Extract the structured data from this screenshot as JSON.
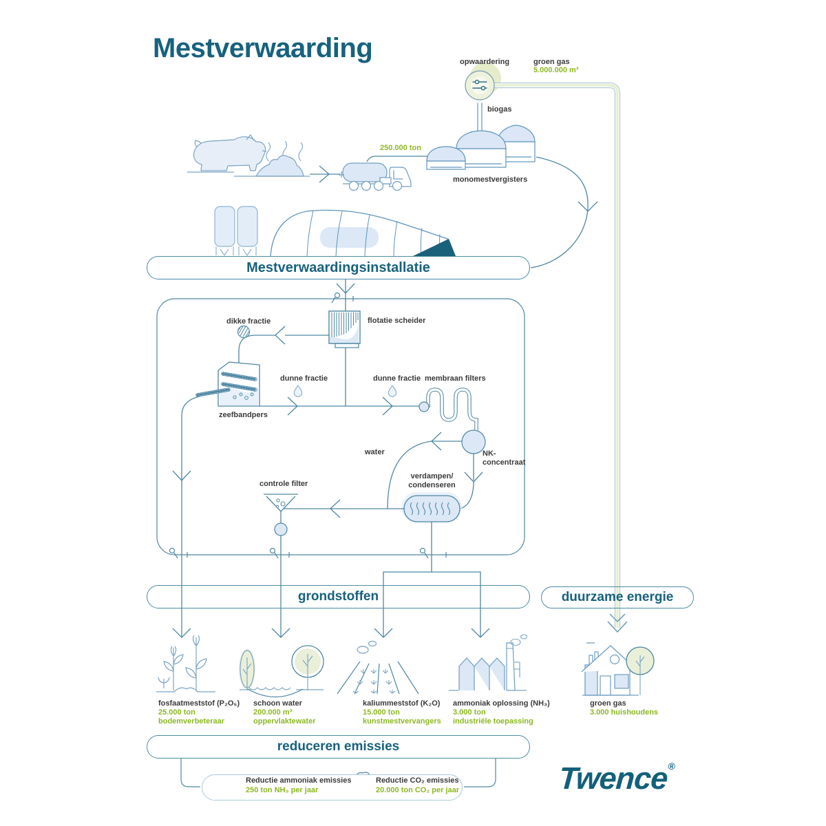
{
  "title": "Mestverwaarding",
  "colors": {
    "teal": "#17627e",
    "line_blue": "#4e86a4",
    "illustration_blue": "#7aa3c6",
    "light_blue_fill": "#dce8f6",
    "accent_green": "#8cb821",
    "pale_green_fill": "#e9efd9"
  },
  "top": {
    "opwaardering": "opwaardering",
    "groen_gas_label": "groen gas",
    "groen_gas_value": "5.000.000 m³",
    "biogas": "biogas",
    "input_amount": "250.000 ton",
    "monomestvergisters": "monomestvergisters"
  },
  "banners": {
    "installatie": "Mestverwaardingsinstallatie",
    "grondstoffen": "grondstoffen",
    "duurzame_energie": "duurzame energie",
    "reduceren_emissies": "reduceren emissies"
  },
  "process": {
    "flotatie": "flotatie scheider",
    "dikke_fractie": "dikke fractie",
    "zeefbandpers": "zeefbandpers",
    "dunne_fractie_a": "dunne fractie",
    "dunne_fractie_b": "dunne fractie",
    "membraan_filters": "membraan filters",
    "water": "water",
    "nk_line1": "NK-",
    "nk_line2": "concentraat",
    "verdampen_line1": "verdampen/",
    "verdampen_line2": "condenseren",
    "controle_filter": "controle filter"
  },
  "outputs": [
    {
      "name": "fosfaatmeststof (P₂O₅)",
      "value": "25.000 ton",
      "use": "bodemverbeteraar"
    },
    {
      "name": "schoon water",
      "value": "200.000 m³",
      "use": "oppervlaktewater"
    },
    {
      "name": "kaliummeststof (K₂O)",
      "value": "15.000 ton",
      "use": "kunstmestvervangers"
    },
    {
      "name": "ammoniak oplossing (NH₃)",
      "value": "3.000 ton",
      "use": "industriële toepassing"
    },
    {
      "name": "groen gas",
      "value": "3.000 huishoudens",
      "use": ""
    }
  ],
  "emissions": {
    "items": [
      {
        "label": "Reductie ammoniak emissies",
        "value": "250 ton NH₃ per jaar"
      },
      {
        "label": "Reductie CO₂ emissies",
        "value": "20.000 ton CO₂ per jaar"
      }
    ]
  },
  "logo": {
    "name": "Twence",
    "reg": "®"
  }
}
